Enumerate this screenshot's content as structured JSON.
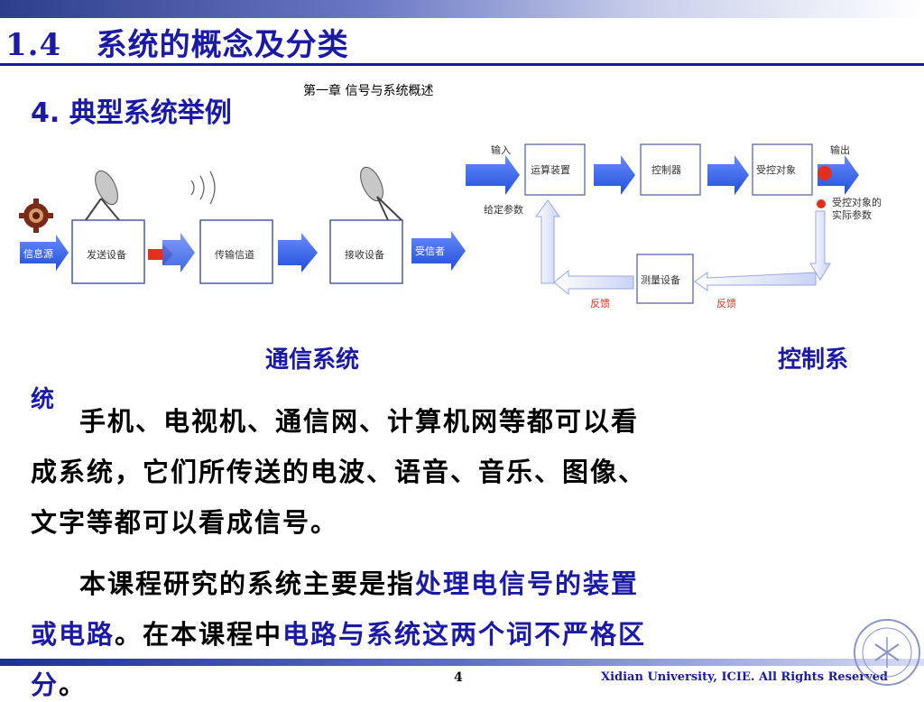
{
  "header": {
    "section_number": "1.4",
    "section_title": "系统的概念及分类"
  },
  "subtitle": "4. 典型系统举例",
  "chapter_label": "第一章 信号与系统概述",
  "comm_diagram": {
    "source": "信息源",
    "sender": "发送设备",
    "channel": "传输信道",
    "receiver": "接收设备",
    "sink": "受信者"
  },
  "control_diagram": {
    "input": "输入",
    "output": "输出",
    "given_params": "给定参数",
    "processor": "运算装置",
    "controller": "控制器",
    "plant": "受控对象",
    "actual_params_1": "受控对象的",
    "actual_params_2": "实际参数",
    "measurement": "测量设备",
    "feedback_left": "反馈",
    "feedback_right": "反馈"
  },
  "captions": {
    "comm_system": "通信系统",
    "control_system_a": "控制系",
    "control_system_b": "统"
  },
  "paragraph1": {
    "line1": "手机、电视机、通信网、计算机网等都可以看",
    "line2": "成系统，它们所传送的电波、语音、音乐、图像、",
    "line3": "文字等都可以看成信号。"
  },
  "paragraph2": {
    "line1_a": "本课程研究的系统主要是指",
    "line1_b": "处理电信号的装置",
    "line2_a": "或电路",
    "line2_b": "。在本课程中",
    "line2_c": "电路与系统这两个词不严格区",
    "line3_a": "分",
    "line3_b": "。"
  },
  "footer": {
    "page": "4",
    "copyright": "Xidian University, ICIE. All Rights Reserved"
  },
  "colors": {
    "title_blue": "#1a1aa6",
    "arrow_blue": "#2f5fe8",
    "feedback_red": "#e0301e"
  }
}
